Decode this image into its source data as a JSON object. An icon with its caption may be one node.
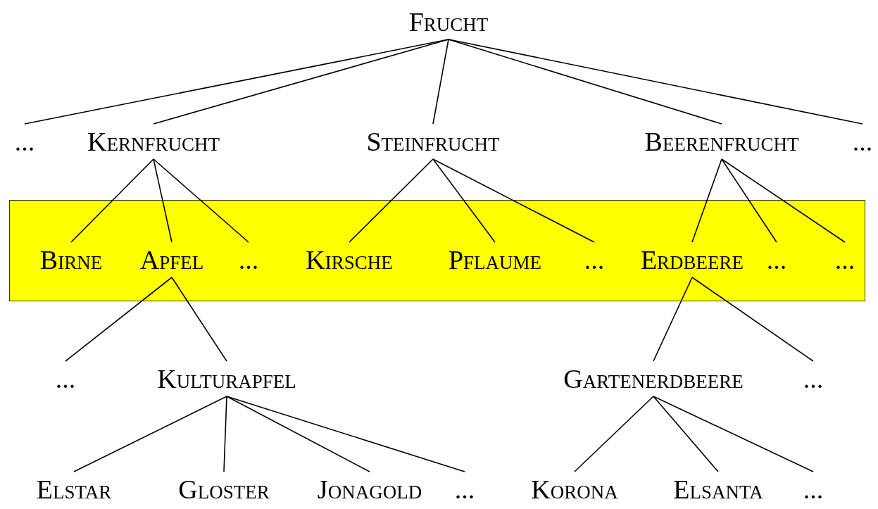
{
  "diagram": {
    "nodes": [
      {
        "text": [
          "Frucht"
        ]
      },
      {
        "text": [
          "..."
        ]
      },
      {
        "text": [
          "Kernfrucht"
        ]
      },
      {
        "text": [
          "Steinfrucht"
        ]
      },
      {
        "text": [
          "Beerenfrucht"
        ]
      },
      {
        "text": [
          "..."
        ]
      },
      {
        "text": [],
        "shape": "box"
      },
      {
        "text": [
          "Birne"
        ],
        "in": 6
      },
      {
        "text": [
          "Apfel"
        ],
        "in": 6
      },
      {
        "text": [
          "..."
        ],
        "in": 6
      },
      {
        "text": [
          "Kirsche"
        ],
        "in": 6
      },
      {
        "text": [
          "Pflaume"
        ],
        "in": 6
      },
      {
        "text": [
          "..."
        ],
        "in": 6
      },
      {
        "text": [
          "Erdbeere"
        ],
        "in": 6
      },
      {
        "text": [
          "..."
        ],
        "in": 6
      },
      {
        "text": [
          "..."
        ],
        "in": 6
      },
      {
        "text": [
          "..."
        ]
      },
      {
        "text": [
          "Kulturapfel"
        ]
      },
      {
        "text": [
          "Gartenerdbeere"
        ]
      },
      {
        "text": [
          "..."
        ]
      },
      {
        "text": [
          "Elstar"
        ]
      },
      {
        "text": [
          "Gloster"
        ]
      },
      {
        "text": [
          "Jonagold"
        ]
      },
      {
        "text": [
          "..."
        ]
      },
      {
        "text": [
          "Korona"
        ]
      },
      {
        "text": [
          "Elsanta"
        ]
      },
      {
        "text": [
          "..."
        ]
      }
    ],
    "edges": [
      {
        "from": 0,
        "to": 1,
        "arrow": "none"
      },
      {
        "from": 0,
        "to": 2,
        "arrow": "none"
      },
      {
        "from": 0,
        "to": 3,
        "arrow": "none"
      },
      {
        "from": 0,
        "to": 4,
        "arrow": "none"
      },
      {
        "from": 0,
        "to": 5,
        "arrow": "none"
      },
      {
        "from": 2,
        "to": 7,
        "arrow": "none"
      },
      {
        "from": 2,
        "to": 8,
        "arrow": "none"
      },
      {
        "from": 2,
        "to": 9,
        "arrow": "none"
      },
      {
        "from": 3,
        "to": 10,
        "arrow": "none"
      },
      {
        "from": 3,
        "to": 11,
        "arrow": "none"
      },
      {
        "from": 3,
        "to": 12,
        "arrow": "none"
      },
      {
        "from": 4,
        "to": 13,
        "arrow": "none"
      },
      {
        "from": 4,
        "to": 14,
        "arrow": "none"
      },
      {
        "from": 4,
        "to": 15,
        "arrow": "none"
      },
      {
        "from": 8,
        "to": 16,
        "arrow": "none"
      },
      {
        "from": 8,
        "to": 17,
        "arrow": "none"
      },
      {
        "from": 13,
        "to": 18,
        "arrow": "none"
      },
      {
        "from": 13,
        "to": 19,
        "arrow": "none"
      },
      {
        "from": 17,
        "to": 20,
        "arrow": "none"
      },
      {
        "from": 17,
        "to": 21,
        "arrow": "none"
      },
      {
        "from": 17,
        "to": 22,
        "arrow": "none"
      },
      {
        "from": 17,
        "to": 23,
        "arrow": "none"
      },
      {
        "from": 18,
        "to": 24,
        "arrow": "none"
      },
      {
        "from": 18,
        "to": 25,
        "arrow": "none"
      },
      {
        "from": 18,
        "to": 26,
        "arrow": "none"
      }
    ]
  }
}
